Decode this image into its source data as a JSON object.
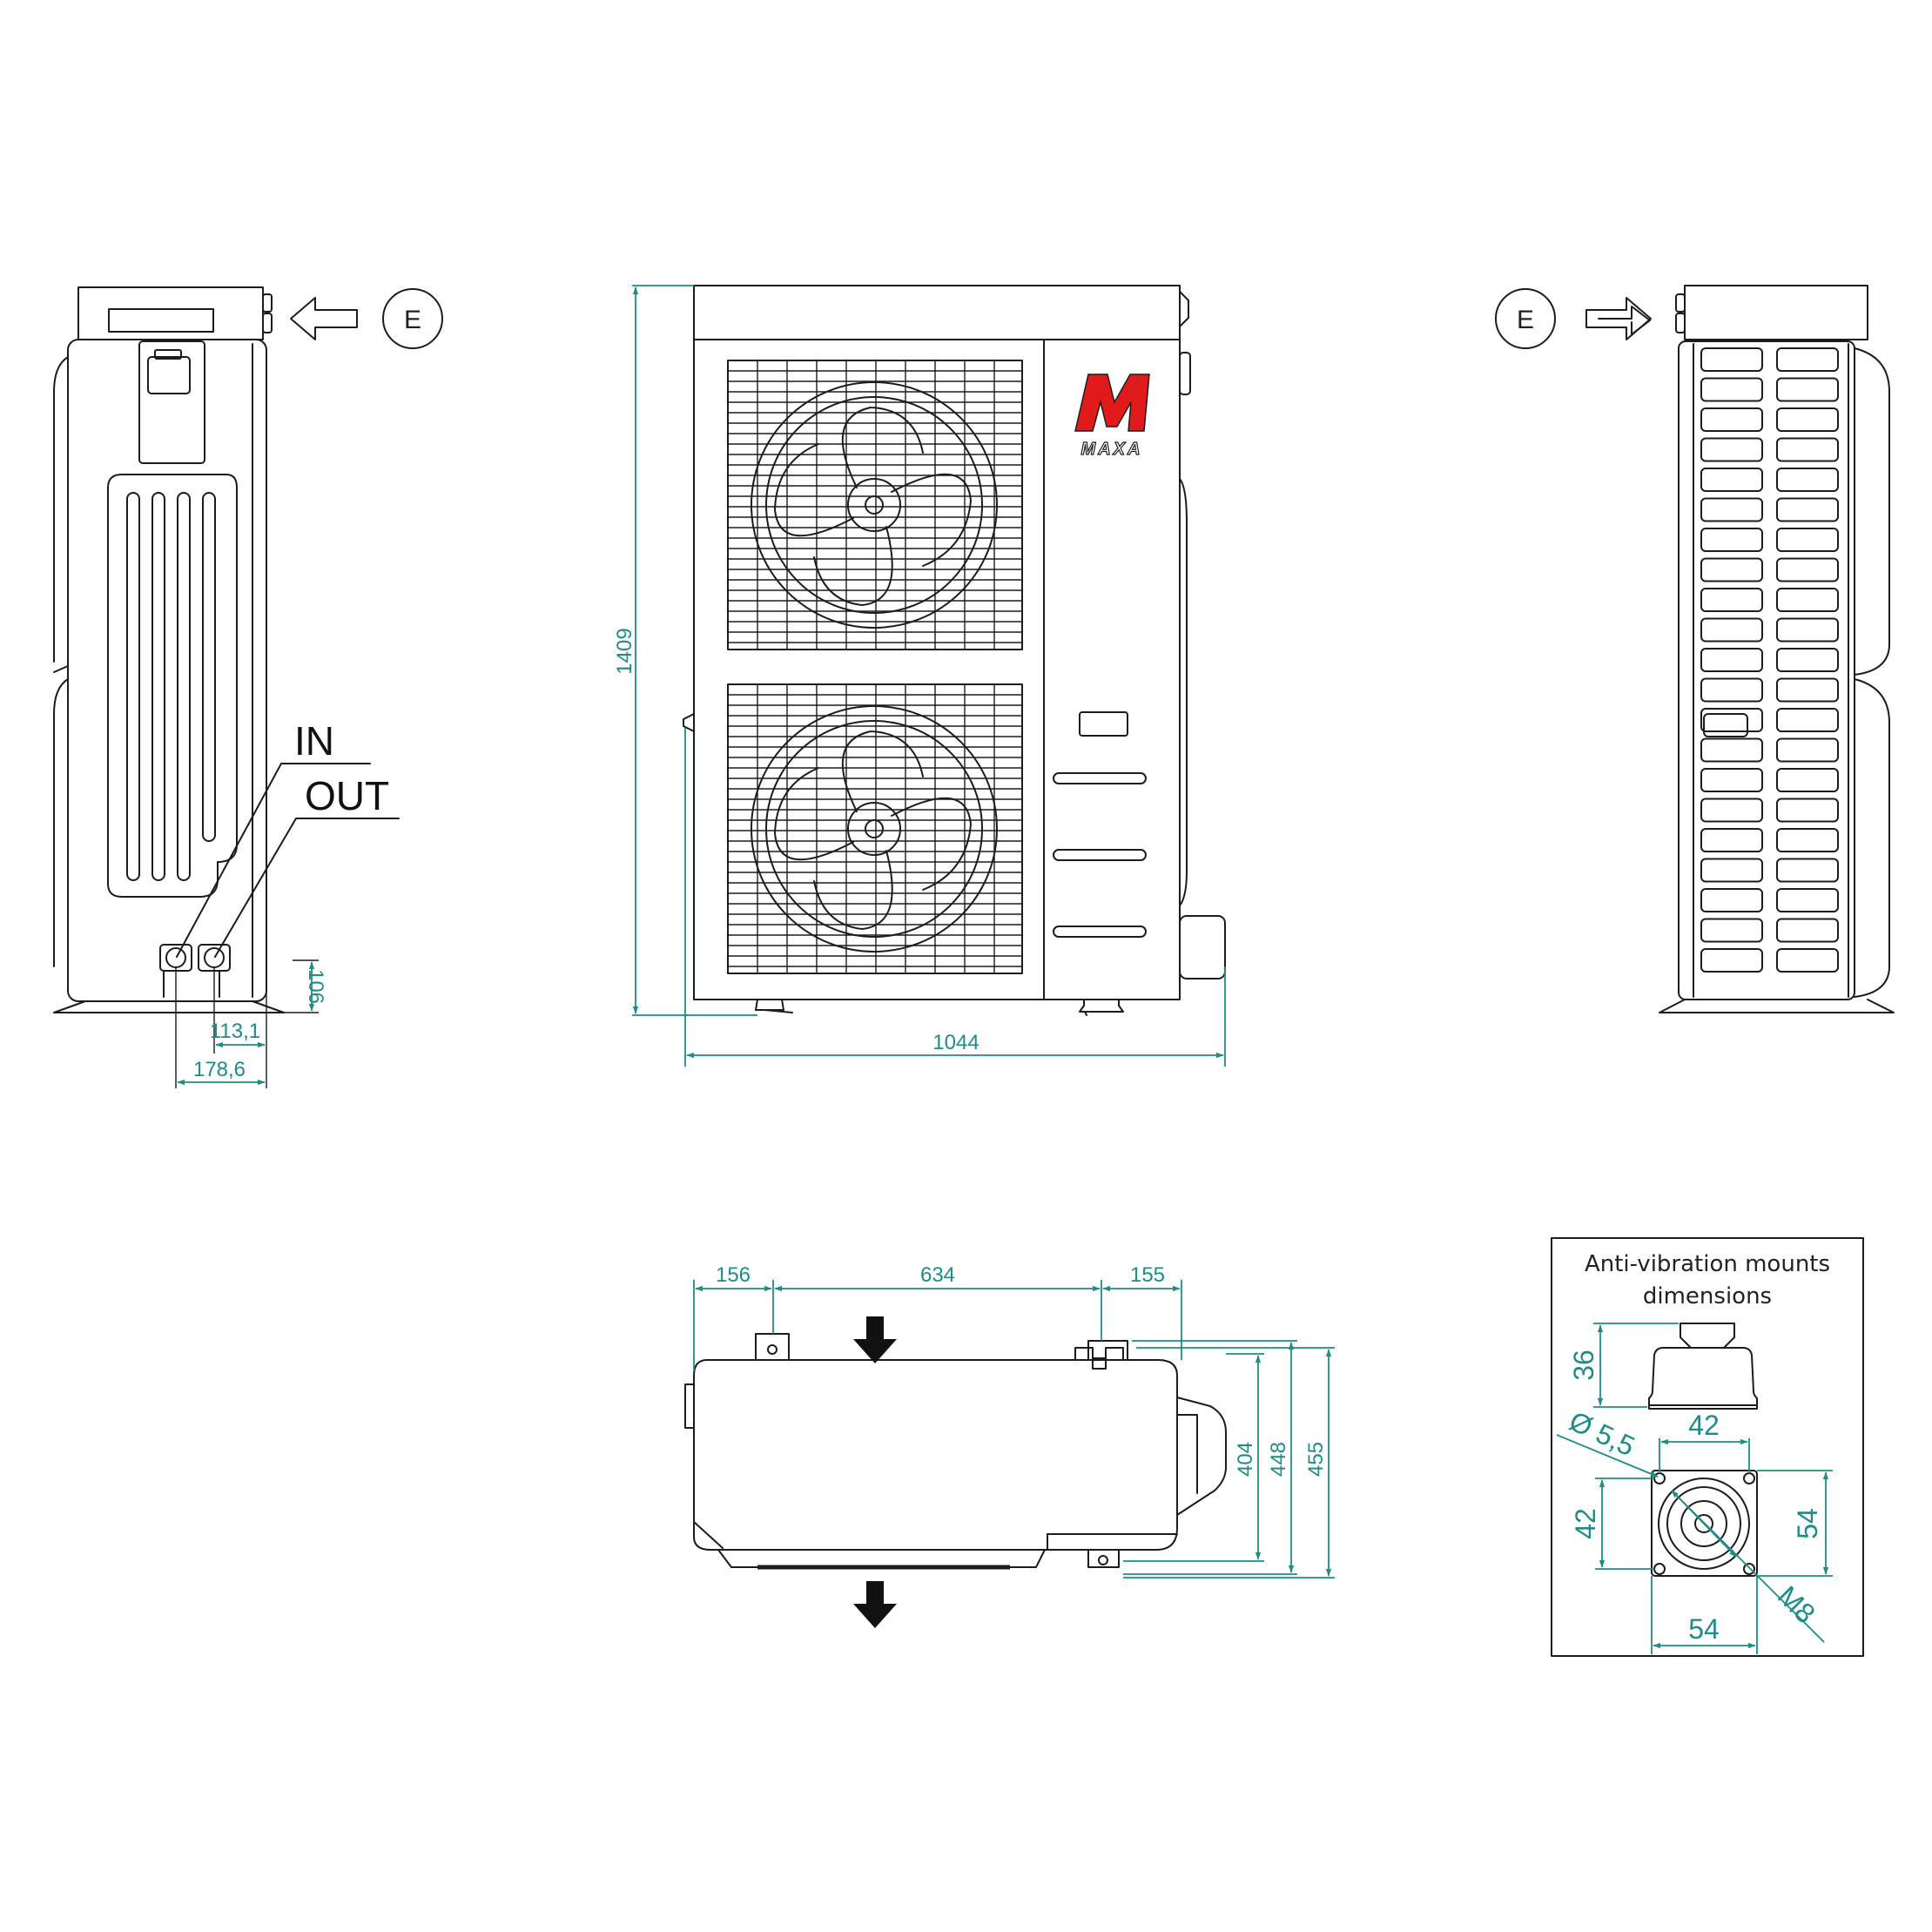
{
  "colors": {
    "line": "#1c1c1c",
    "dimension": "#1e8c87",
    "brand_red": "#e11b1b"
  },
  "views": {
    "left_side": {
      "marker_e": "E",
      "label_in": "IN",
      "label_out": "OUT",
      "dim_height": "106",
      "dim_in": "113,1",
      "dim_out": "178,6"
    },
    "front": {
      "brand_logo_letter": "M",
      "brand_logo_text": "MAXA",
      "dim_height": "1409",
      "dim_width": "1044"
    },
    "right_side": {
      "marker_e": "E"
    },
    "top": {
      "dim_left": "156",
      "dim_middle": "634",
      "dim_right": "155",
      "dim_d1": "404",
      "dim_d2": "448",
      "dim_d3": "455"
    },
    "mounts": {
      "title_line1": "Anti-vibration mounts",
      "title_line2": "dimensions",
      "dim_height": "36",
      "dim_hole_spacing_top": "42",
      "dim_hole_spacing_left": "42",
      "dim_hole_diameter": "Ø 5,5",
      "dim_base_right": "54",
      "dim_base_bottom": "54",
      "dim_thread": "M8"
    }
  }
}
